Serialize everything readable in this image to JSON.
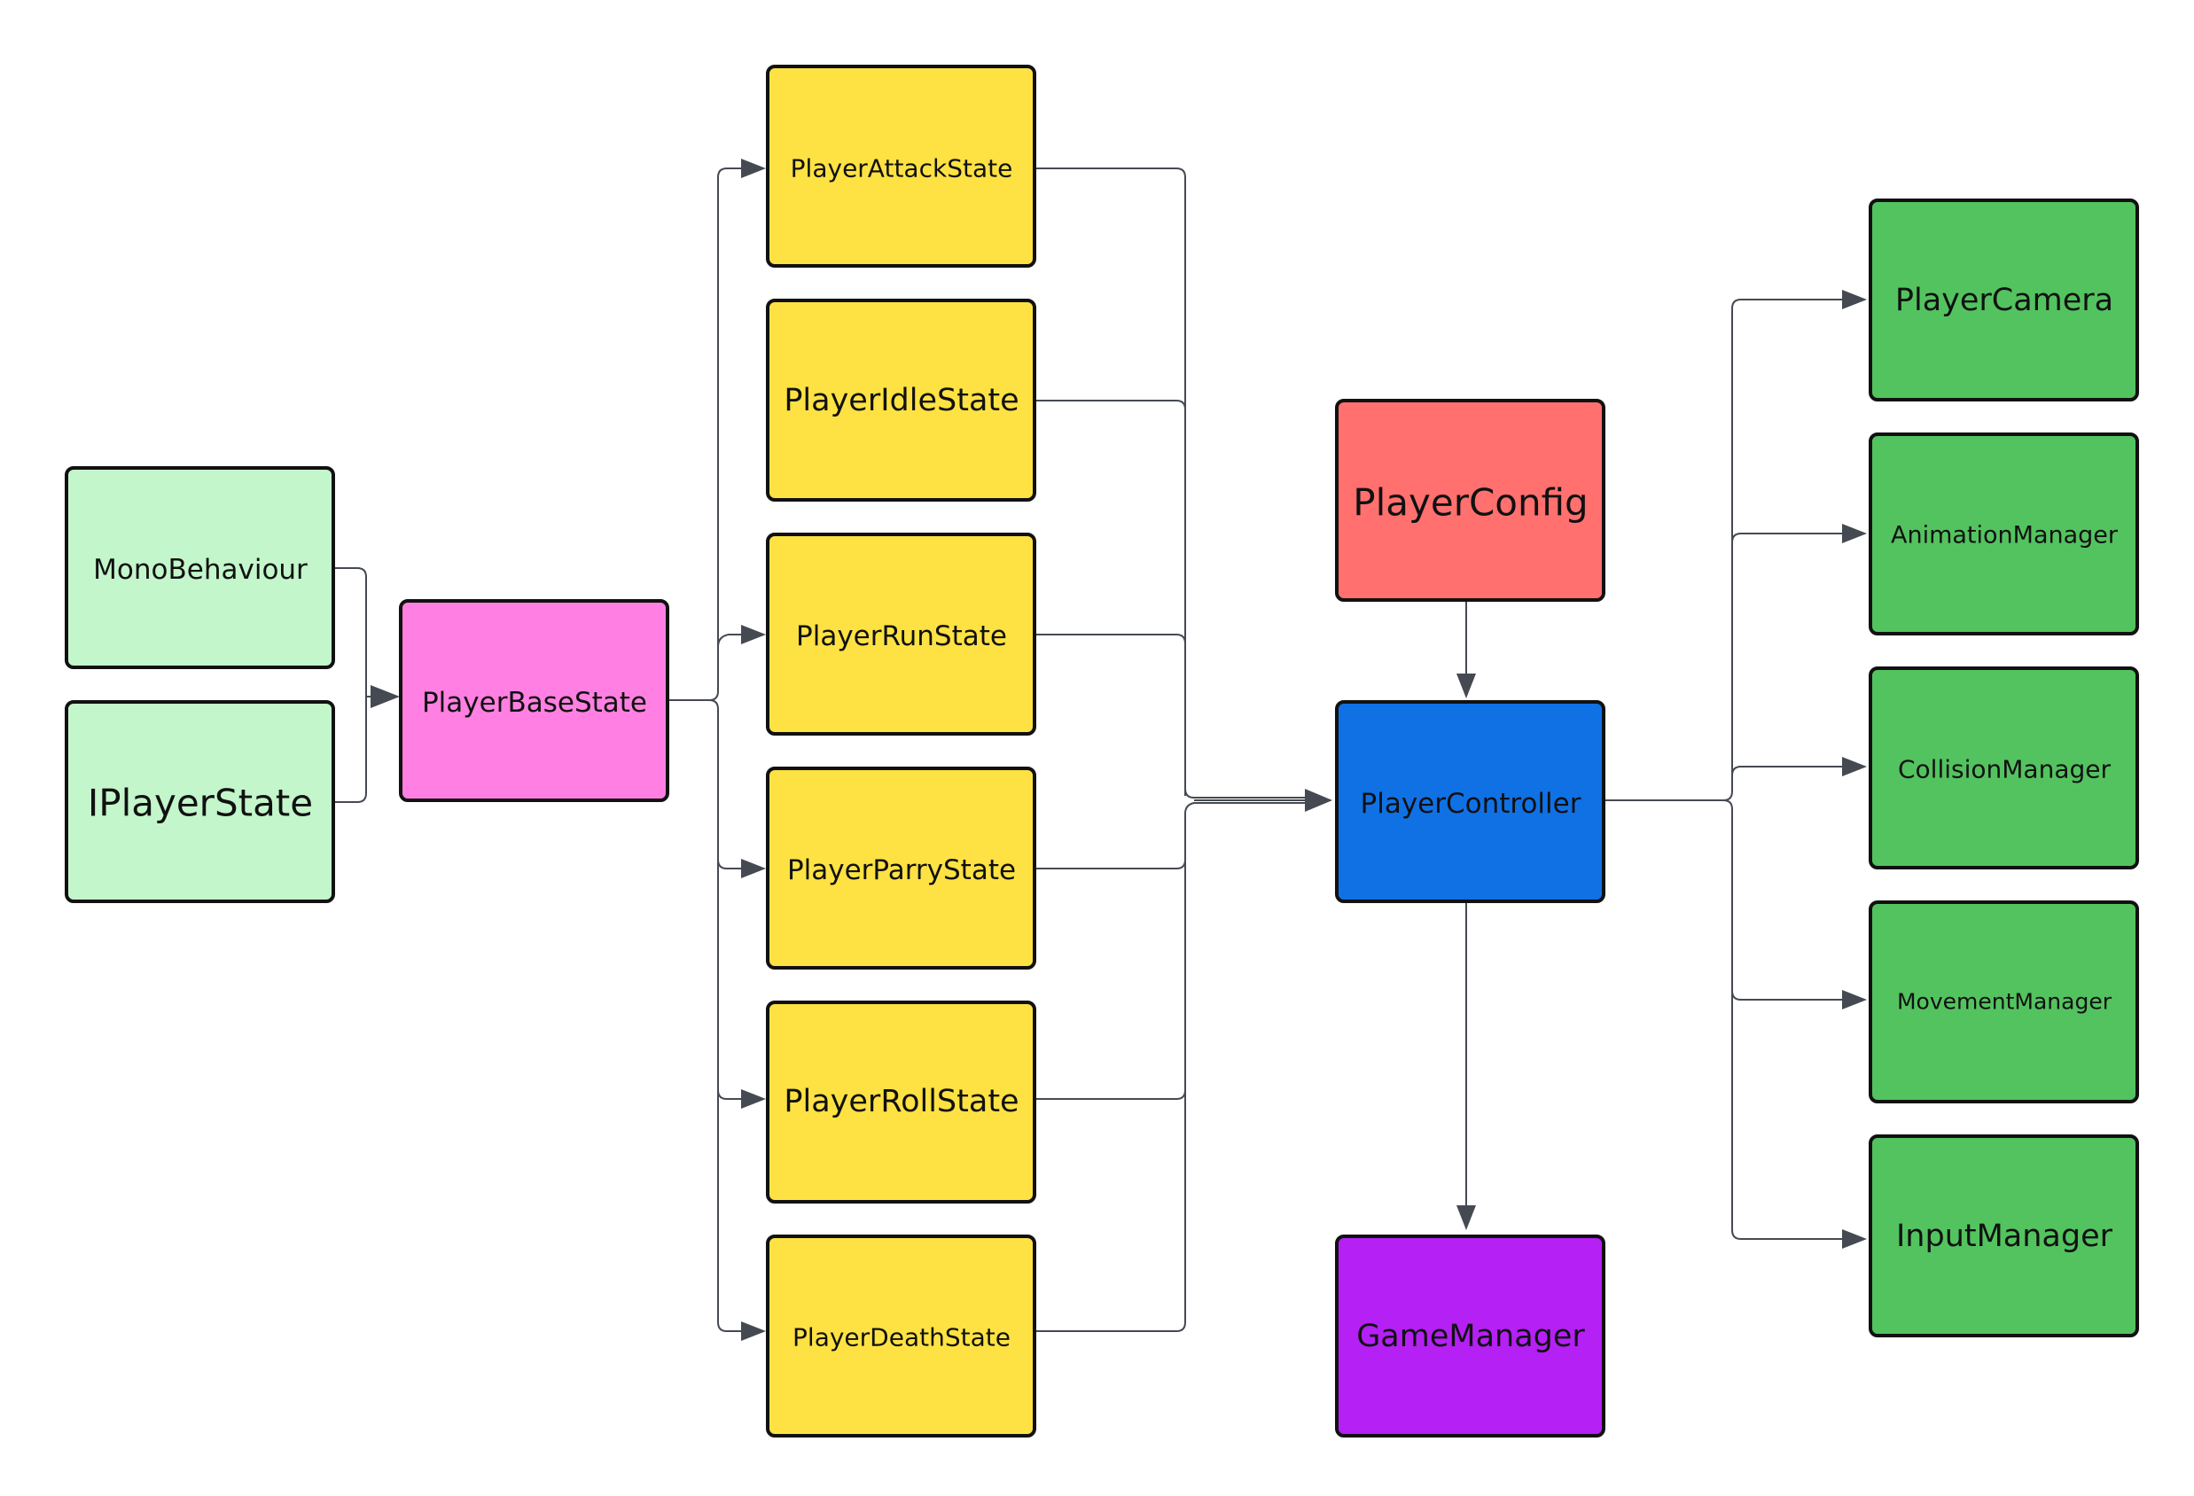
{
  "colors": {
    "base_interface": "#c3f6cb",
    "base_state": "#ff80e2",
    "state": "#fee243",
    "config": "#ff706e",
    "controller": "#1071e5",
    "game_manager": "#b520f5",
    "manager": "#53c35f",
    "edge": "#454a52",
    "border": "#111111"
  },
  "nodes": {
    "mono_behaviour": "MonoBehaviour",
    "iplayer_state": "IPlayerState",
    "player_base_state": "PlayerBaseState",
    "player_attack_state": "PlayerAttackState",
    "player_idle_state": "PlayerIdleState",
    "player_run_state": "PlayerRunState",
    "player_parry_state": "PlayerParryState",
    "player_roll_state": "PlayerRollState",
    "player_death_state": "PlayerDeathState",
    "player_config": "PlayerConfig",
    "player_controller": "PlayerController",
    "game_manager": "GameManager",
    "player_camera": "PlayerCamera",
    "animation_manager": "AnimationManager",
    "collision_manager": "CollisionManager",
    "movement_manager": "MovementManager",
    "input_manager": "InputManager"
  }
}
